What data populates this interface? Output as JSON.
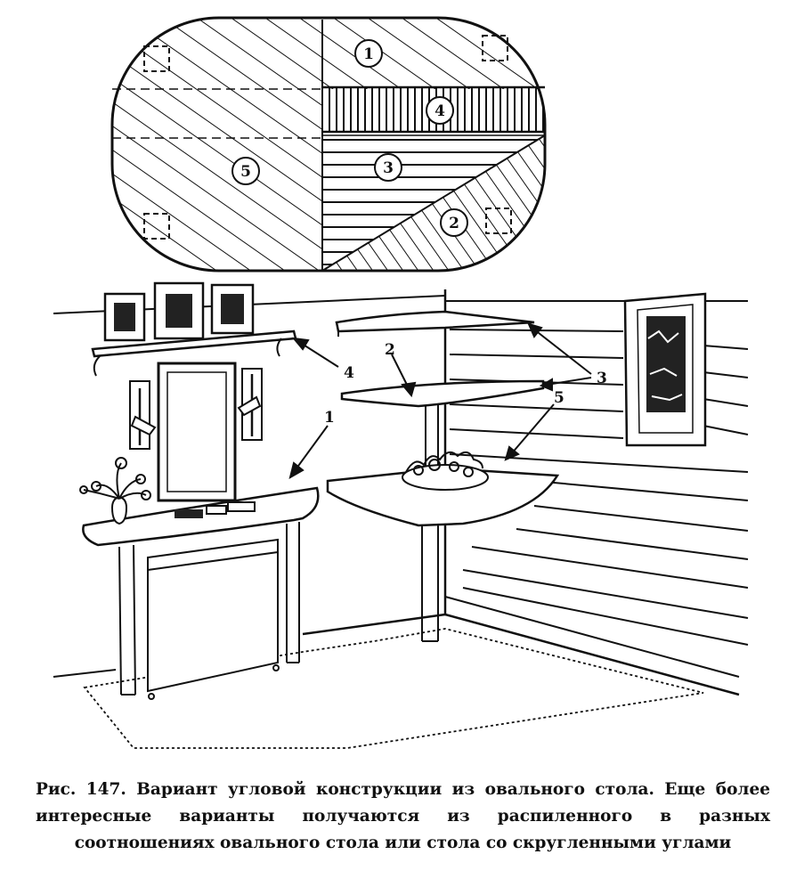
{
  "plan": {
    "zones": [
      {
        "id": "zone-1",
        "label": "1"
      },
      {
        "id": "zone-2",
        "label": "2"
      },
      {
        "id": "zone-3",
        "label": "3"
      },
      {
        "id": "zone-4",
        "label": "4"
      },
      {
        "id": "zone-5",
        "label": "5"
      }
    ]
  },
  "callouts": {
    "c1": "1",
    "c2": "2",
    "c3": "3",
    "c4": "4",
    "c5": "5"
  },
  "caption": "Рис. 147. Вариант угловой конструкции из овального стола. Еще более интересные варианты получаются из распиленного в разных соотношениях овального стола или стола со скругленными углами"
}
